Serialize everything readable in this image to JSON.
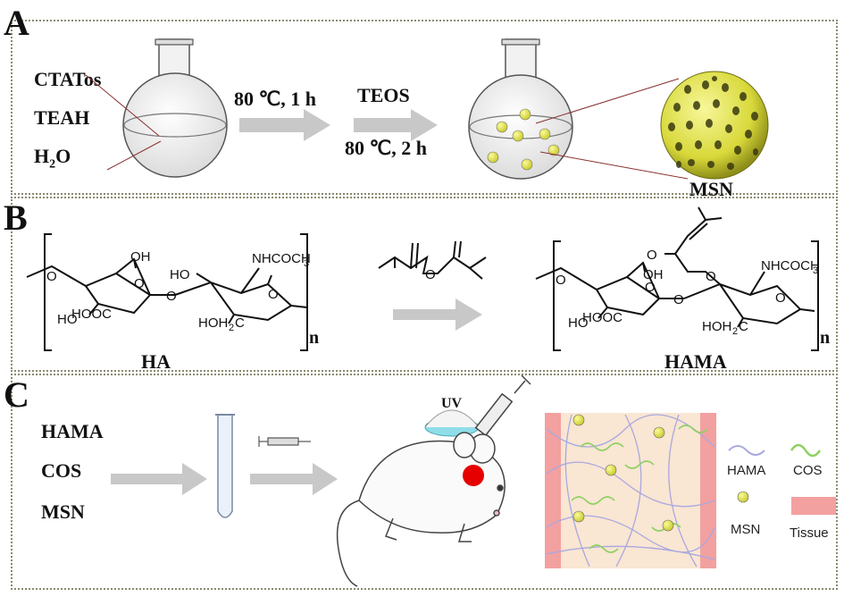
{
  "panels": {
    "a": {
      "label": "A",
      "reagents": [
        "CTATos",
        "TEAH",
        "H",
        "2",
        "O"
      ],
      "step1": "80 ℃, 1 h",
      "step2_top": "TEOS",
      "step2_bottom": "80 ℃, 2 h",
      "product": "MSN"
    },
    "b": {
      "label": "B",
      "ha_name": "HA",
      "hama_name": "HAMA",
      "n": "n",
      "groups": {
        "oh": "OH",
        "ho": "HO",
        "nhcoch3": "NHCOCH",
        "three": "3",
        "hooc": "HOOC",
        "hoh2c": "HOH",
        "h2c_sub": "2",
        "h2c_c": "C",
        "o": "O"
      }
    },
    "c": {
      "label": "C",
      "components": [
        "HAMA",
        "COS",
        "MSN"
      ],
      "uv": "UV",
      "legend": {
        "hama": "HAMA",
        "cos": "COS",
        "msn": "MSN",
        "tissue": "Tissue"
      }
    }
  },
  "colors": {
    "arrow": "#c8c8c8",
    "particle": "#e6e64a",
    "hama_fiber": "#a9a8e0",
    "cos_fiber": "#8fd163",
    "tissue": "#f3a0a0",
    "gel": "#f9e6d3",
    "uv": "#8fdde8",
    "injection": "#e60000"
  }
}
